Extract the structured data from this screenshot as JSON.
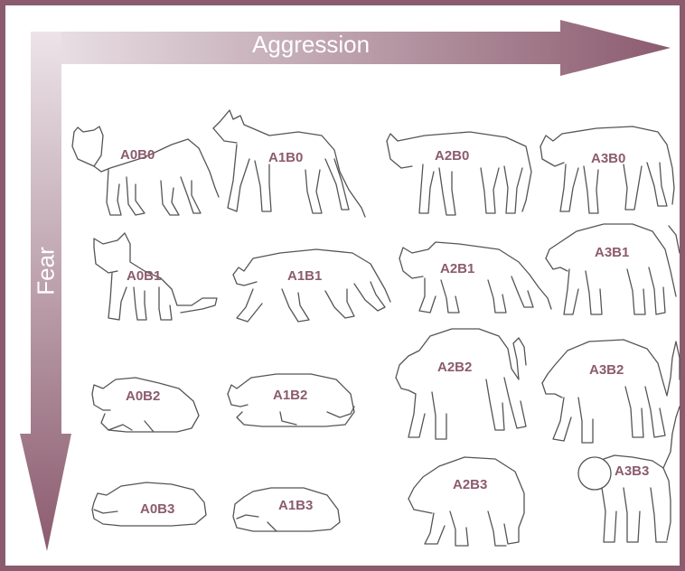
{
  "axes": {
    "horizontal": "Aggression",
    "vertical": "Fear"
  },
  "colors": {
    "frame": "#8b5b6e",
    "arrow_start": "#ece4e8",
    "arrow_end": "#8b5b6e",
    "label": "#8b5b6e",
    "outline": "#555555"
  },
  "cats": [
    {
      "label": "A0B0",
      "pose": "standing-calm"
    },
    {
      "label": "A1B0",
      "pose": "standing-alert"
    },
    {
      "label": "A2B0",
      "pose": "standing-stiff"
    },
    {
      "label": "A3B0",
      "pose": "standing-aggressive"
    },
    {
      "label": "A0B1",
      "pose": "sitting-curious"
    },
    {
      "label": "A1B1",
      "pose": "stalking-low"
    },
    {
      "label": "A2B1",
      "pose": "standing-tense"
    },
    {
      "label": "A3B1",
      "pose": "hissing"
    },
    {
      "label": "A0B2",
      "pose": "crouching"
    },
    {
      "label": "A1B2",
      "pose": "crouching-tail-curled"
    },
    {
      "label": "A2B2",
      "pose": "arched-back"
    },
    {
      "label": "A3B2",
      "pose": "arched-hissing"
    },
    {
      "label": "A0B3",
      "pose": "flattened"
    },
    {
      "label": "A1B3",
      "pose": "crouched-defensive"
    },
    {
      "label": "A2B3",
      "pose": "defensive-arched"
    },
    {
      "label": "A3B3",
      "pose": "full-defensive-arch"
    }
  ]
}
